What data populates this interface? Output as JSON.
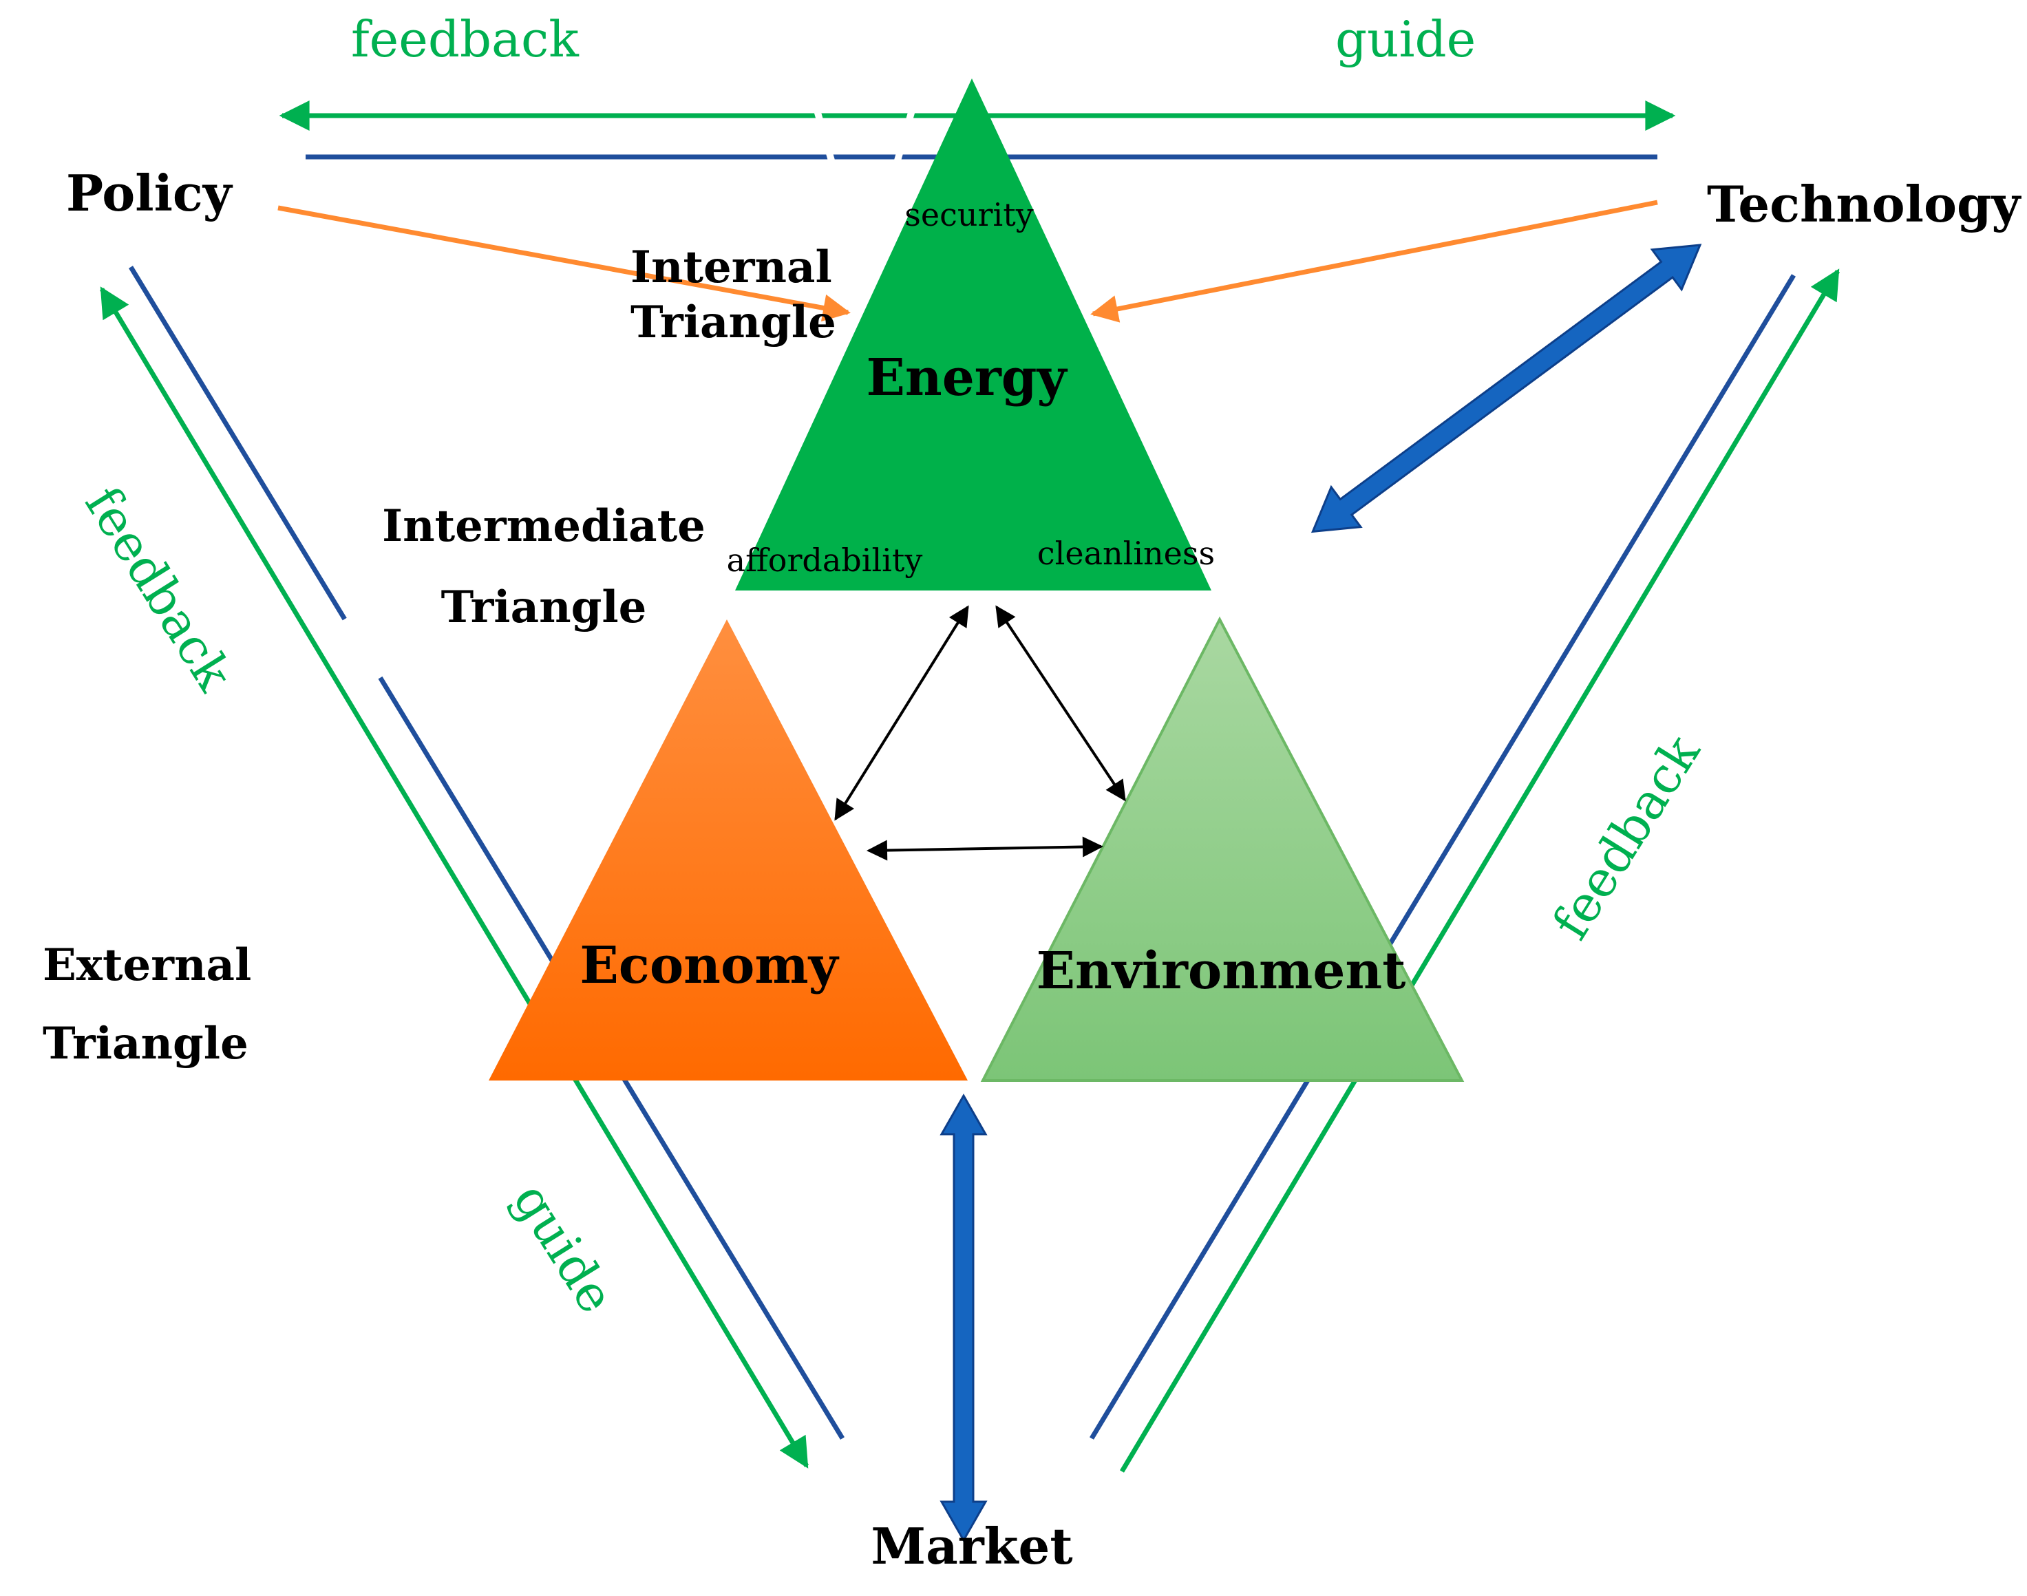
{
  "nodes": {
    "policy": "Policy",
    "technology": "Technology",
    "market": "Market"
  },
  "triangles": {
    "energy": "Energy",
    "economy": "Economy",
    "environment": "Environment"
  },
  "energy_attributes": {
    "security": "security",
    "affordability": "affordability",
    "cleanliness": "cleanliness"
  },
  "layers": {
    "internal_line1": "Internal",
    "internal_line2": "Triangle",
    "intermediate_line1": "Intermediate",
    "intermediate_line2": "Triangle",
    "external_line1": "External",
    "external_line2": "Triangle"
  },
  "flow_labels": {
    "top_feedback": "feedback",
    "top_guide": "guide",
    "left_feedback": "feedback",
    "left_guide": "guide",
    "right_feedback": "feedback"
  },
  "colors": {
    "energy_green": "#00b14a",
    "economy_orange": "#ff7a1a",
    "environment_green": "#8ccc83",
    "arrow_green": "#00b050",
    "line_blue": "#1f4e9c",
    "thick_blue": "#1565c0",
    "policy_orange": "#ff8a30"
  }
}
